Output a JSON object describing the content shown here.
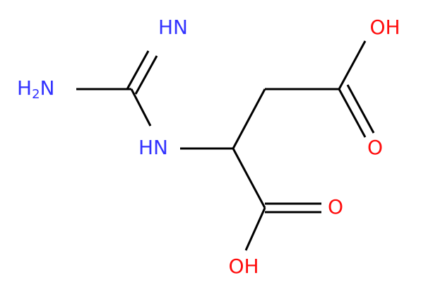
{
  "colors": {
    "bond": "#000000",
    "nitrogen": "#3333ff",
    "oxygen": "#ff0d0d"
  },
  "labels": {
    "imine": "HN",
    "amine_h": "H",
    "amine_sub": "2",
    "amine_n": "N",
    "nh_link": "HN",
    "acid_top_oh": "OH",
    "acid_top_o": "O",
    "acid_bottom_o": "O",
    "acid_bottom_oh": "OH"
  }
}
